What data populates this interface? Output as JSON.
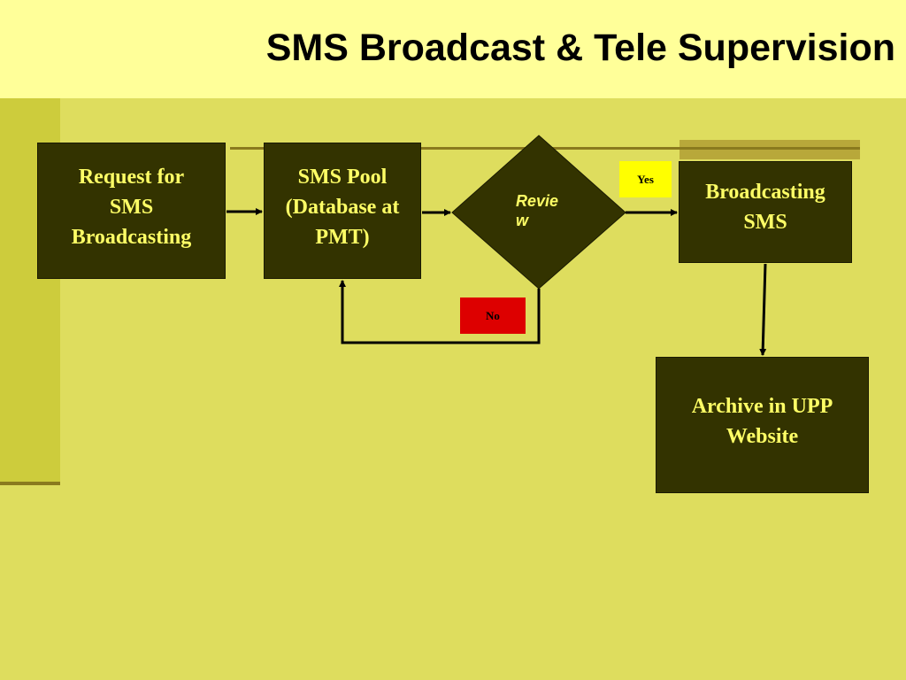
{
  "title": "SMS Broadcast & Tele Supervision",
  "nodes": {
    "request": "Request for\nSMS\nBroadcasting",
    "pool": "SMS Pool\n(Database at\nPMT)",
    "review_line1": "Revie",
    "review_line2": "w",
    "broadcasting": "Broadcasting\nSMS",
    "archive": "Archive in UPP\nWebsite"
  },
  "labels": {
    "yes": "Yes",
    "no": "No"
  },
  "colors": {
    "slide_background": "#dedd5e",
    "header_background": "#ffff99",
    "box_fill": "#333300",
    "box_text": "#ffff66",
    "yes_tag": "#ffff00",
    "no_tag": "#dd0000"
  }
}
